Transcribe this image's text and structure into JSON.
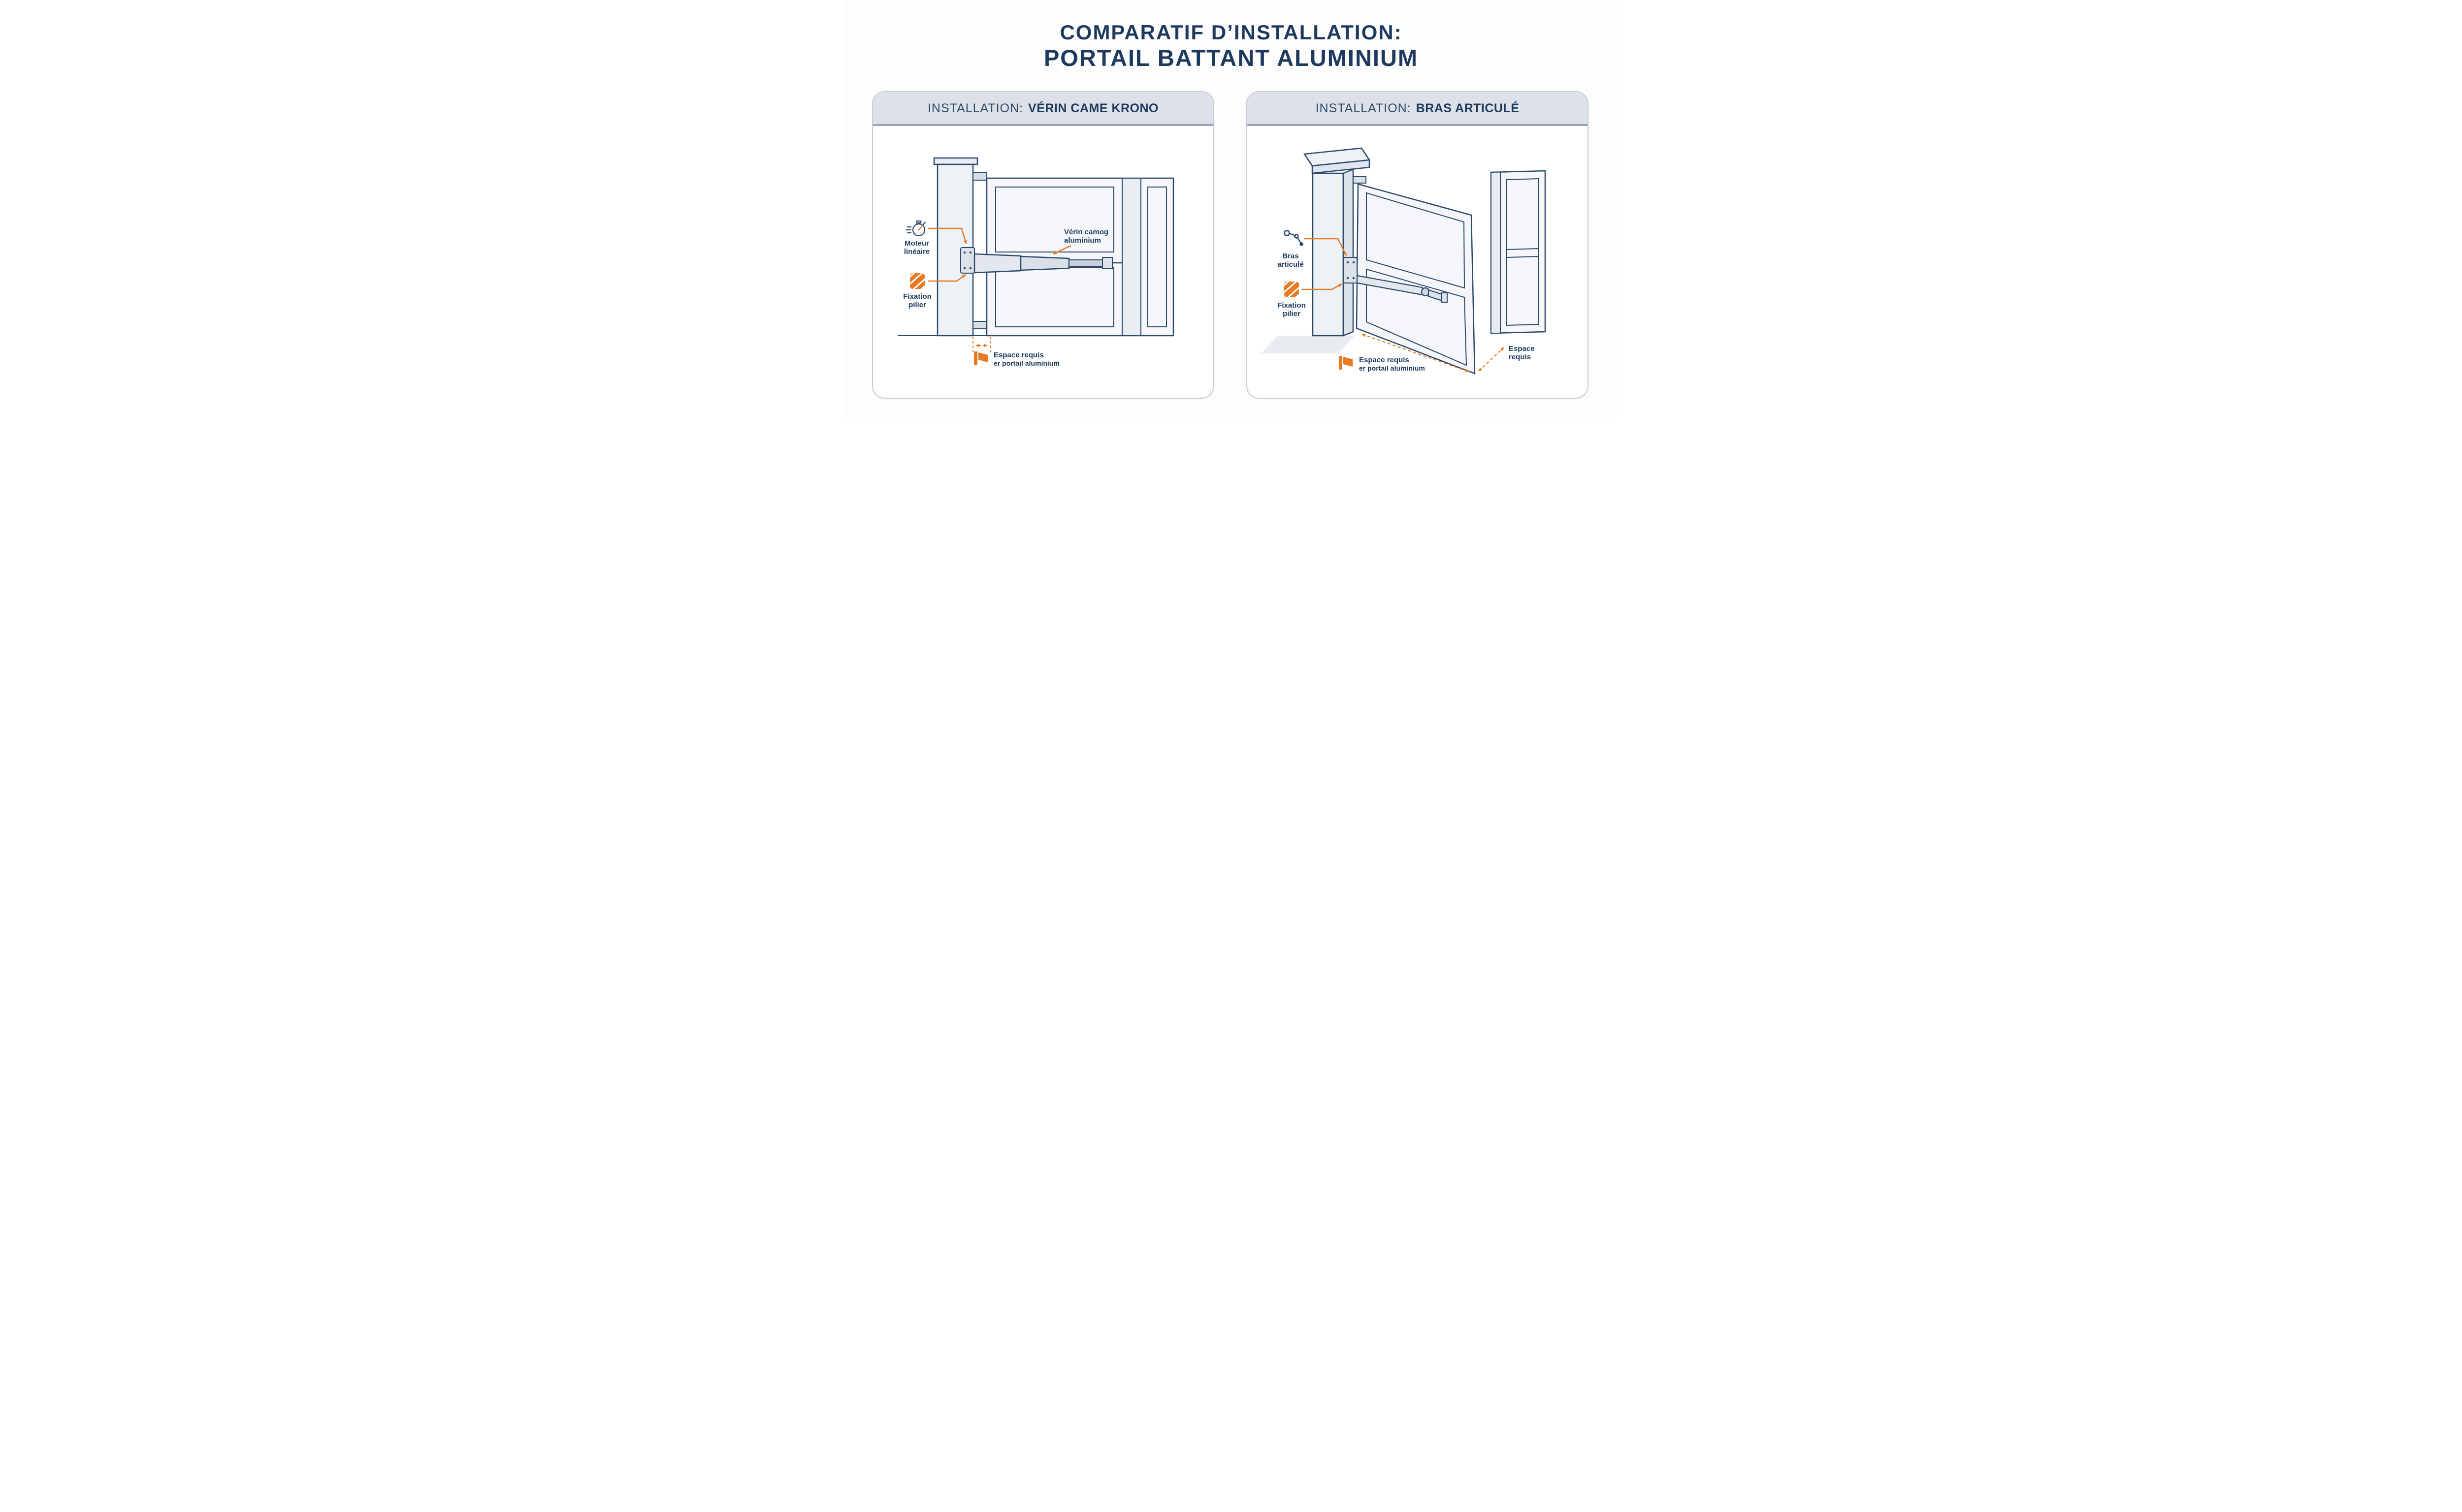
{
  "page": {
    "title_line1": "COMPARATIF D’INSTALLATION:",
    "title_line2": "PORTAIL BATTANT ALUMINIUM"
  },
  "colors": {
    "navy_text": "#1d3a5e",
    "diagram_line": "#2b4a6b",
    "accent_orange": "#e87a24",
    "header_band": "#dde2ea",
    "fill_light": "#eef1f5",
    "fill_lighter": "#f5f7fa"
  },
  "left_panel": {
    "header_prefix": "INSTALLATION:",
    "header_title": "VÉRIN CAME KRONO",
    "icons": [
      "stopwatch-icon",
      "pillar-fixation-icon",
      "gate-space-icon"
    ],
    "labels": {
      "motor_line1": "Moteur",
      "motor_line2": "linéaire",
      "fixation_line1": "Fixation",
      "fixation_line2": "pilier",
      "verin_line1": "Vérin camog",
      "verin_line2": "aluminium",
      "espace_line1": "Espace requis",
      "espace_line2": "er portail aluminium"
    }
  },
  "right_panel": {
    "header_prefix": "INSTALLATION:",
    "header_title": "BRAS ARTICULÉ",
    "icons": [
      "articulated-arm-icon",
      "pillar-fixation-icon",
      "gate-space-icon"
    ],
    "labels": {
      "bras_line1": "Bras",
      "bras_line2": "articulé",
      "fixation_line1": "Fixation",
      "fixation_line2": "pilier",
      "espace_line1": "Espace requis",
      "espace_line2": "er portail aluminium",
      "espace_right_line1": "Espace",
      "espace_right_line2": "requis"
    }
  }
}
